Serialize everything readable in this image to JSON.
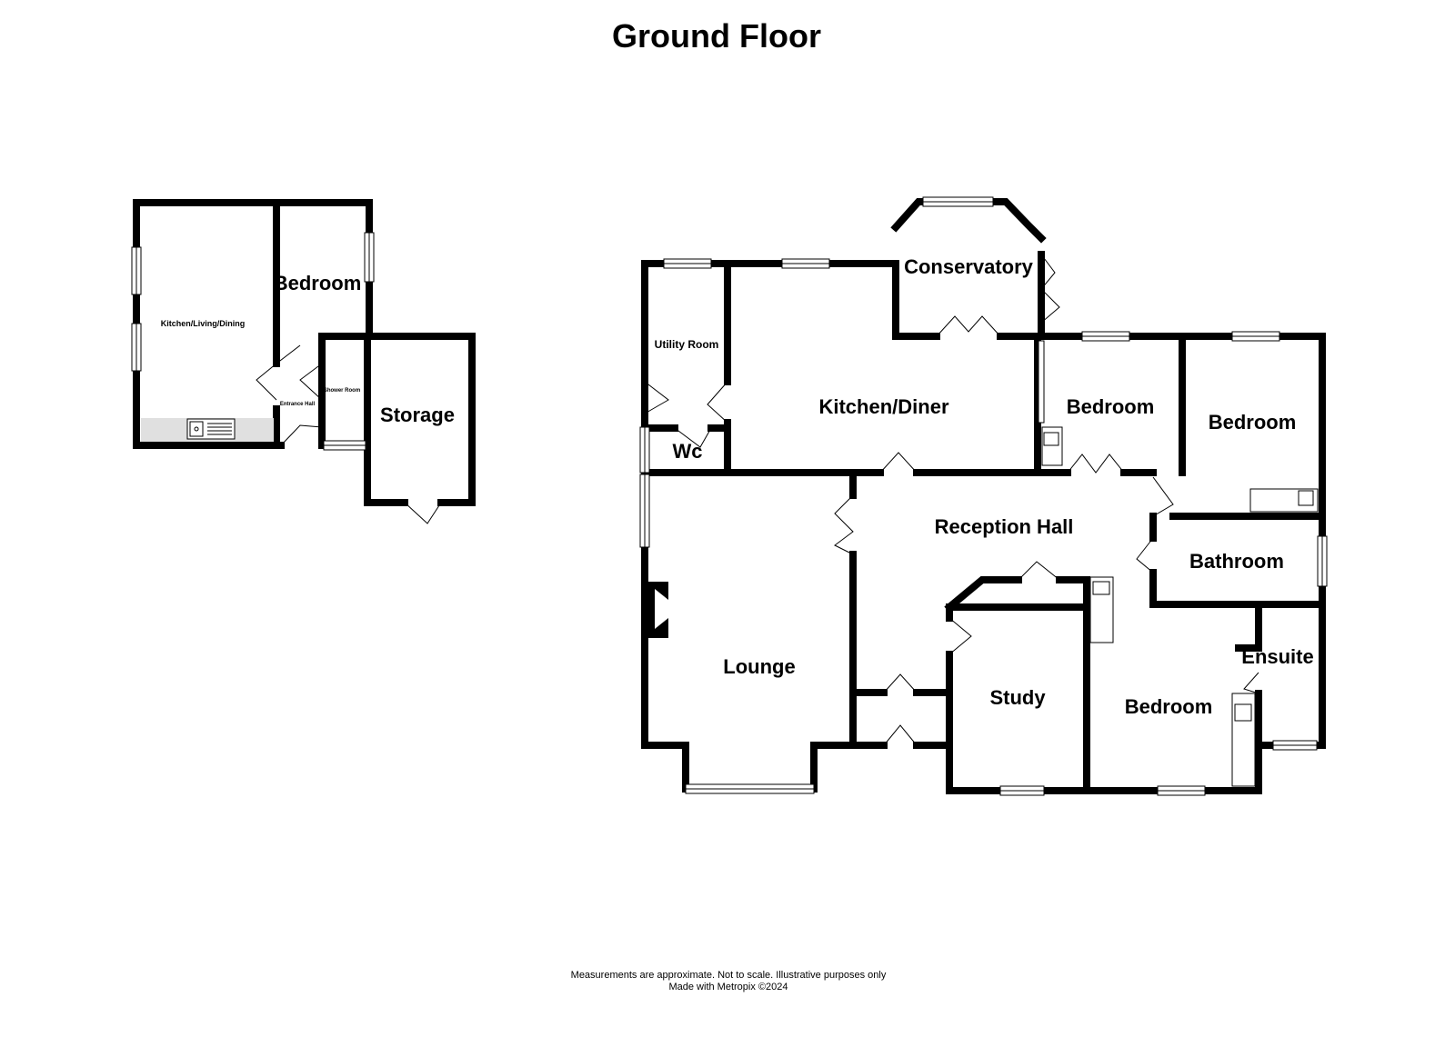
{
  "title": "Ground Floor",
  "annex": {
    "rooms": {
      "kitchen_living_dining": "Kitchen/Living/Dining",
      "bedroom": "Bedroom",
      "entrance_hall": "Entrance Hall",
      "shower_room": "Shower Room",
      "storage": "Storage"
    }
  },
  "main_house": {
    "rooms": {
      "utility_room": "Utility Room",
      "wc": "Wc",
      "kitchen_diner": "Kitchen/Diner",
      "conservatory": "Conservatory",
      "bedroom_1": "Bedroom",
      "bedroom_2": "Bedroom",
      "reception_hall": "Reception Hall",
      "bathroom": "Bathroom",
      "lounge": "Lounge",
      "study": "Study",
      "bedroom_3": "Bedroom",
      "ensuite": "Ensuite"
    }
  },
  "footer": {
    "line1": "Measurements are approximate.  Not to scale.  Illustrative purposes only",
    "line2": "Made with Metropix ©2024"
  },
  "colors": {
    "wall": "#000000",
    "background": "#ffffff",
    "worktop": "#e0e0e0"
  }
}
